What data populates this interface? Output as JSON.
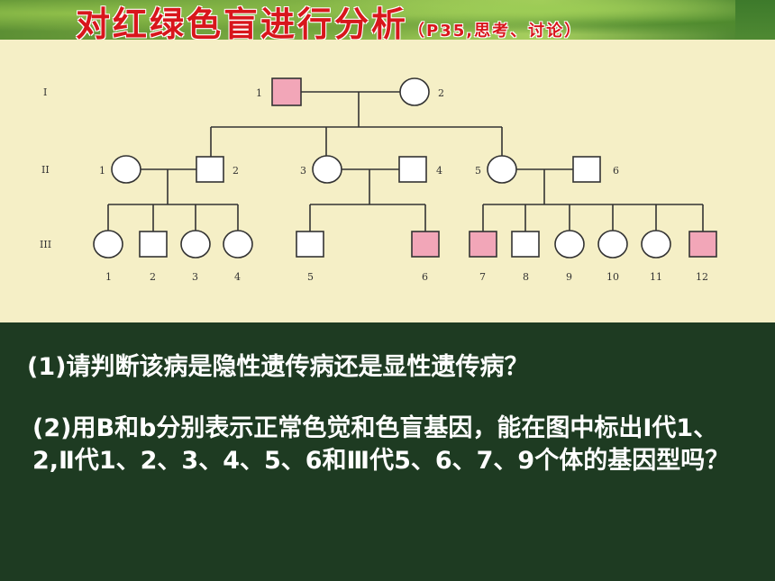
{
  "slide": {
    "title": "对红绿色盲进行分析",
    "title_note": "（P35,思考、讨论）"
  },
  "pedigree": {
    "generations": [
      "I",
      "II",
      "III"
    ],
    "gen1": {
      "labels": [
        "1",
        "2"
      ]
    },
    "gen2": {
      "labels": [
        "1",
        "2",
        "3",
        "4",
        "5",
        "6"
      ]
    },
    "gen3": {
      "labels": [
        "1",
        "2",
        "3",
        "4",
        "5",
        "6",
        "7",
        "8",
        "9",
        "10",
        "11",
        "12"
      ]
    },
    "affected_color": "#f2a6b8",
    "normal_color": "#ffffff",
    "line_color": "#333333"
  },
  "questions": {
    "q1": "(1)请判断该病是隐性遗传病还是显性遗传病？",
    "q2": "(2)用B和b分别表示正常色觉和色盲基因，能在图中标出Ⅰ代1、2,Ⅱ代1、2、3、4、5、6和Ⅲ代5、6、7、9个体的基因型吗？"
  }
}
